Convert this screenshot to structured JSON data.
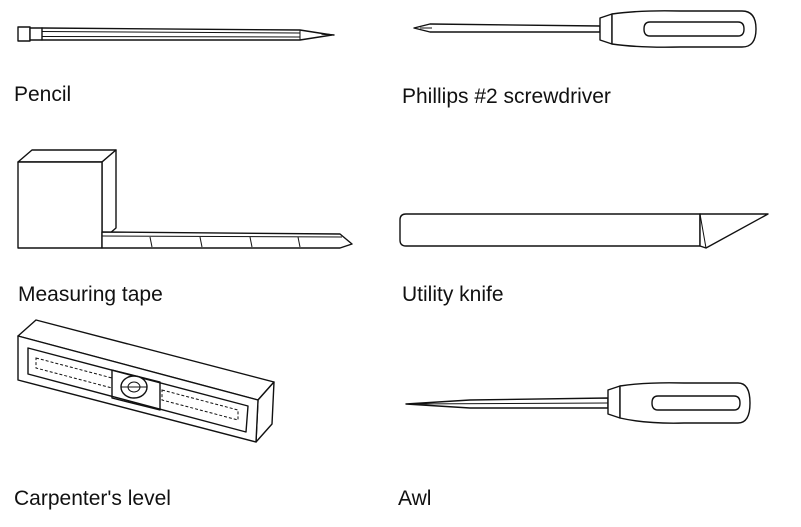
{
  "tools": [
    {
      "id": "pencil",
      "label": "Pencil",
      "icon": "pencil-icon"
    },
    {
      "id": "phillips",
      "label": "Phillips #2 screwdriver",
      "icon": "screwdriver-icon"
    },
    {
      "id": "tape",
      "label": "Measuring tape",
      "icon": "measuring-tape-icon"
    },
    {
      "id": "knife",
      "label": "Utility knife",
      "icon": "utility-knife-icon"
    },
    {
      "id": "level",
      "label": "Carpenter's level",
      "icon": "level-icon"
    },
    {
      "id": "awl",
      "label": "Awl",
      "icon": "awl-icon"
    }
  ]
}
